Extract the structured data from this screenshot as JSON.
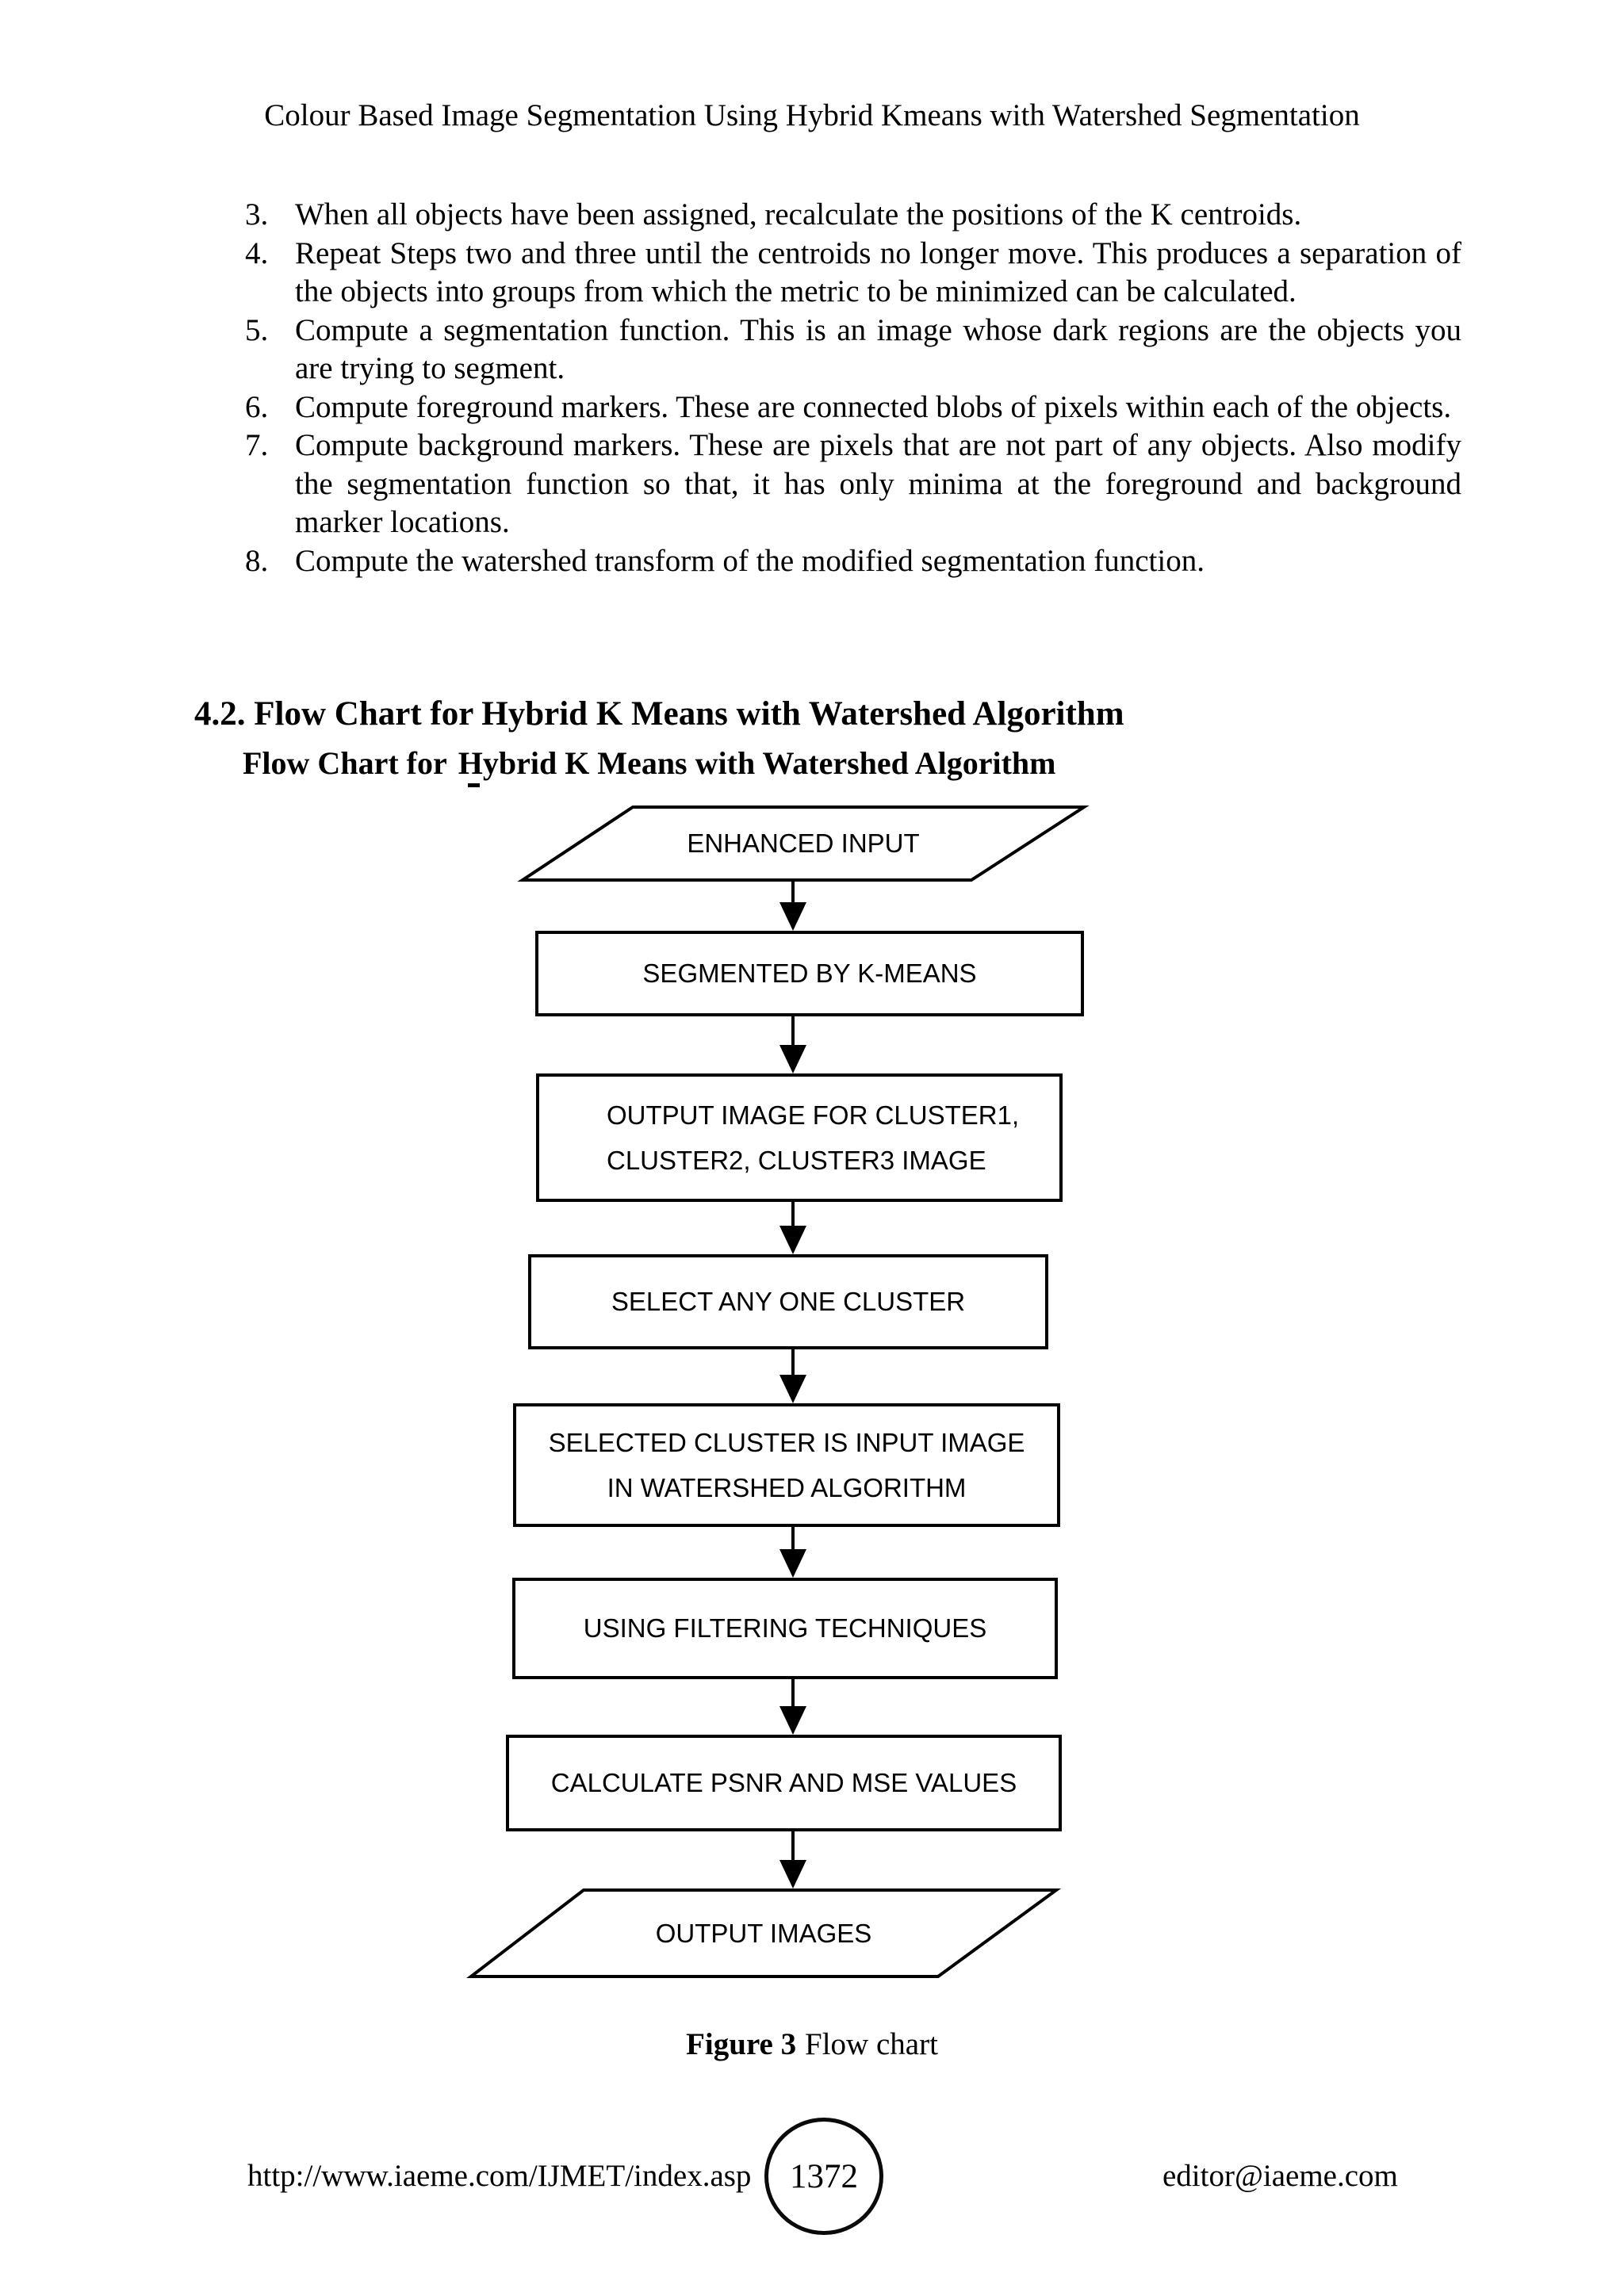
{
  "page": {
    "header_title": "Colour Based Image Segmentation Using Hybrid Kmeans with Watershed Segmentation"
  },
  "list": {
    "items": [
      {
        "num": "3.",
        "text": "When all objects have been assigned, recalculate the positions of the K centroids."
      },
      {
        "num": "4.",
        "text": "Repeat Steps two and three until the centroids no longer move. This produces a separation of the objects into groups from which the metric to be minimized can be calculated."
      },
      {
        "num": "5.",
        "text": "Compute a segmentation function. This is an image whose dark regions are the objects you are trying to segment."
      },
      {
        "num": "6.",
        "text": "Compute foreground markers. These are connected blobs of pixels within each of the objects."
      },
      {
        "num": "7.",
        "text": "Compute background markers. These are pixels that are not part of any objects. Also modify the segmentation function so that, it has only minima at the foreground and background marker locations."
      },
      {
        "num": "8.",
        "text": "Compute the watershed transform of the modified segmentation function."
      }
    ]
  },
  "section": {
    "heading": "4.2. Flow Chart for Hybrid K Means with Watershed Algorithm",
    "subtitle_part1": "Flow Chart for",
    "subtitle_part2": "Hybrid K Means with Watershed Algorithm"
  },
  "flowchart": {
    "nodes": [
      {
        "id": "enhanced-input",
        "shape": "parallelogram",
        "label": "ENHANCED INPUT"
      },
      {
        "id": "segmented-by-kmeans",
        "shape": "rect",
        "label": "SEGMENTED BY K-MEANS"
      },
      {
        "id": "output-image-clusters",
        "shape": "rect",
        "lines": [
          "OUTPUT IMAGE FOR CLUSTER1,",
          "CLUSTER2, CLUSTER3 IMAGE"
        ]
      },
      {
        "id": "select-any-one-cluster",
        "shape": "rect",
        "label": "SELECT ANY ONE CLUSTER"
      },
      {
        "id": "selected-cluster-watershed",
        "shape": "rect",
        "lines": [
          "SELECTED CLUSTER IS INPUT IMAGE",
          "IN WATERSHED ALGORITHM"
        ]
      },
      {
        "id": "using-filtering-techniques",
        "shape": "rect",
        "label": "USING FILTERING TECHNIQUES"
      },
      {
        "id": "calculate-psnr-mse",
        "shape": "rect",
        "label": "CALCULATE PSNR AND MSE VALUES"
      },
      {
        "id": "output-images",
        "shape": "parallelogram",
        "label": "OUTPUT IMAGES"
      }
    ],
    "stroke_color": "#000000"
  },
  "figure": {
    "label": "Figure 3",
    "caption_text": "Flow chart"
  },
  "footer": {
    "url": "http://www.iaeme.com/IJMET/index.asp",
    "page_number": "1372",
    "email": "editor@iaeme.com"
  }
}
